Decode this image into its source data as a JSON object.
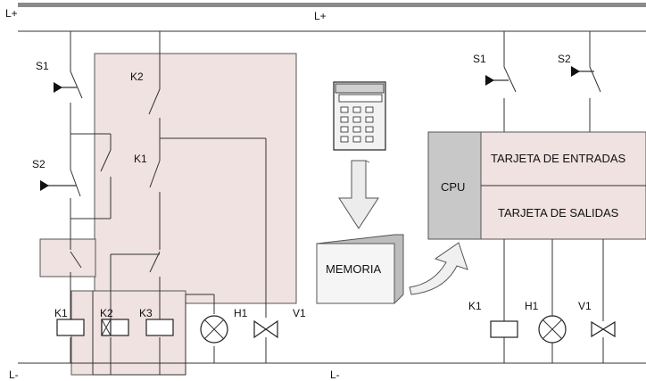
{
  "rails": {
    "left_top": "L+",
    "center_top": "L+",
    "left_bottom": "L-",
    "center_bottom": "L-"
  },
  "relay_circuit": {
    "switch_s1": "S1",
    "switch_s2": "S2",
    "contact_k2": "K2",
    "contact_k1": "K1",
    "coil_k1": "K1",
    "coil_k2": "K2",
    "coil_k3": "K3",
    "lamp_h1": "H1",
    "valve_v1": "V1"
  },
  "plc": {
    "memory_label": "MEMORIA",
    "cpu_label": "CPU",
    "input_card": "TARJETA DE ENTRADAS",
    "output_card": "TARJETA DE SALIDAS",
    "input_s1": "S1",
    "input_s2": "S2",
    "output_k1": "K1",
    "output_h1": "H1",
    "output_v1": "V1"
  },
  "icons": [
    "programming-console-icon",
    "down-arrow-icon",
    "curved-up-arrow-icon",
    "lamp-icon",
    "valve-icon",
    "coil-icon"
  ],
  "colors": {
    "shade": "#efe2e0",
    "cpu": "#c8c8c8",
    "wire": "#333333"
  }
}
